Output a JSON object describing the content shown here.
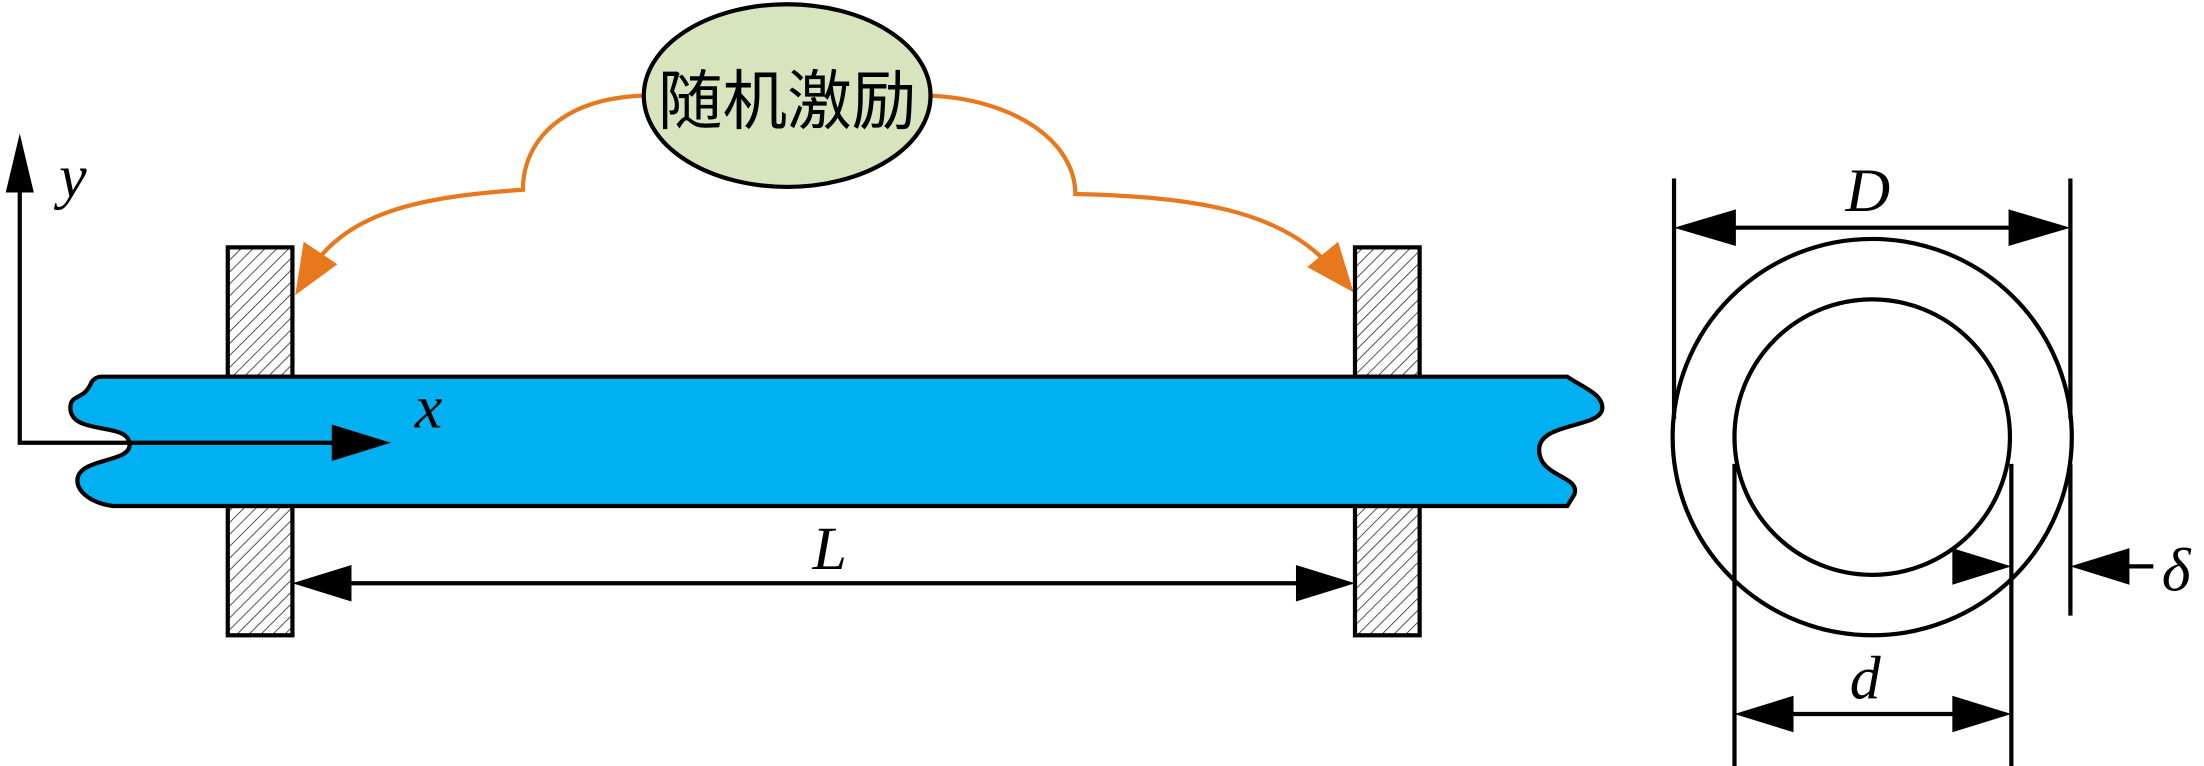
{
  "excitation_label": "随机激励",
  "labels": {
    "y_axis": "y",
    "x_axis": "x",
    "length": "L",
    "outer_diameter": "D",
    "inner_diameter": "d",
    "thickness": "δ"
  },
  "colors": {
    "pipe": "#00b0f0",
    "excitation_fill": "#d7e4bd",
    "excitation_arrows": "#e8781e",
    "outline": "#000000"
  }
}
